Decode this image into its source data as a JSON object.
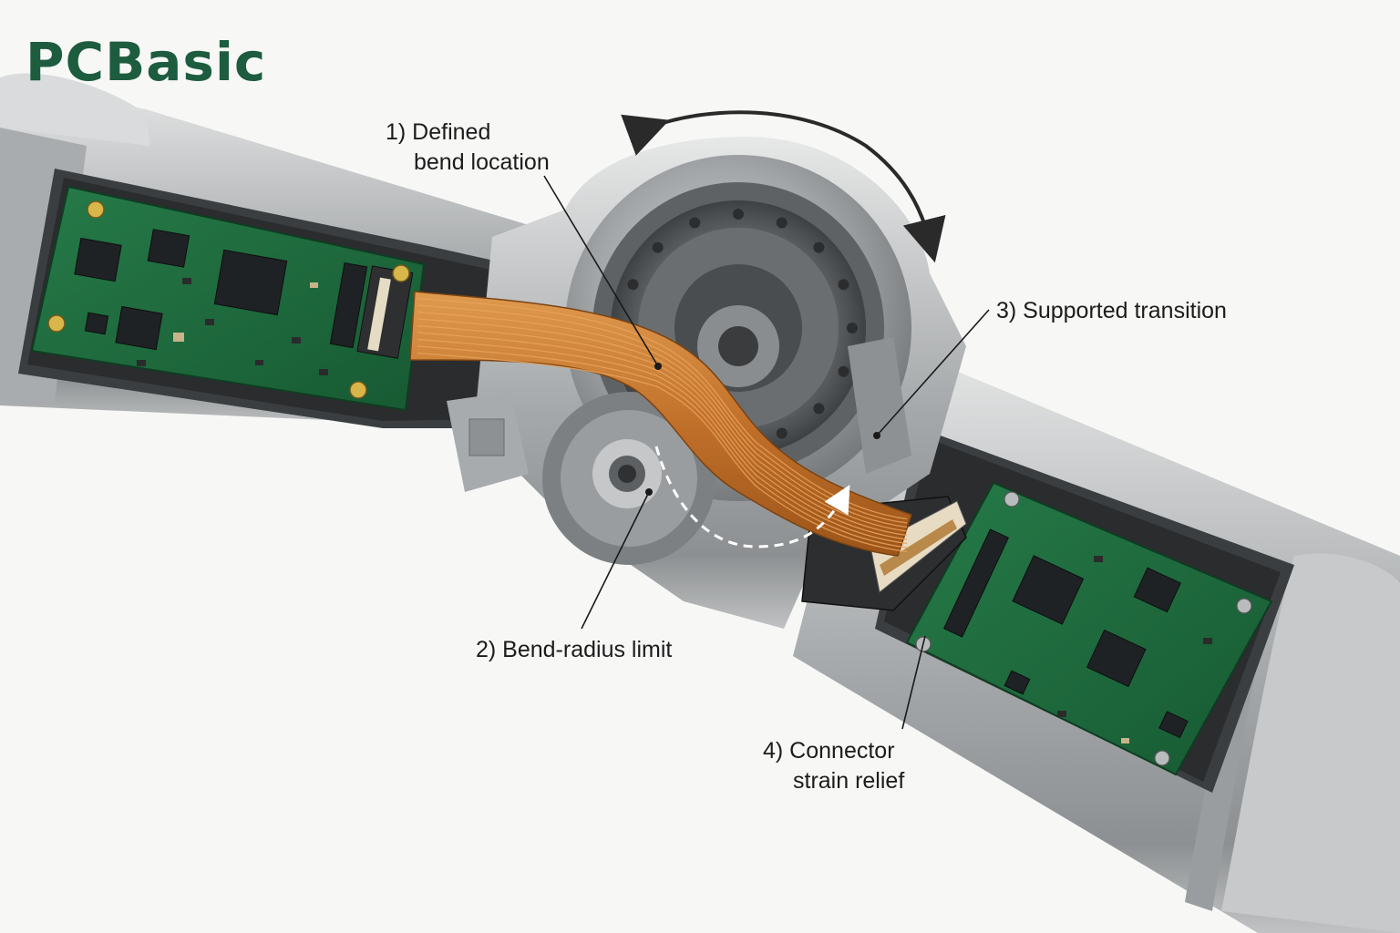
{
  "brand": {
    "logo_text": "PCBasic",
    "logo_color": "#1d5c3f"
  },
  "callouts": [
    {
      "id": "bend-location",
      "lines": [
        "1) Defined",
        "bend location"
      ]
    },
    {
      "id": "bend-radius",
      "lines": [
        "2) Bend-radius limit"
      ]
    },
    {
      "id": "supported-transition",
      "lines": [
        "3) Supported transition"
      ]
    },
    {
      "id": "strain-relief",
      "lines": [
        "4) Connector",
        "strain relief"
      ]
    }
  ],
  "colors": {
    "housing": "#b8bbbd",
    "pcb": "#1f6b3e",
    "flex_cable": "#c8762c",
    "background": "#f7f7f6"
  },
  "icons": {
    "rotation_arrow": "curved-double-arrow-icon",
    "bend_path": "dashed-bend-arrow-icon"
  }
}
